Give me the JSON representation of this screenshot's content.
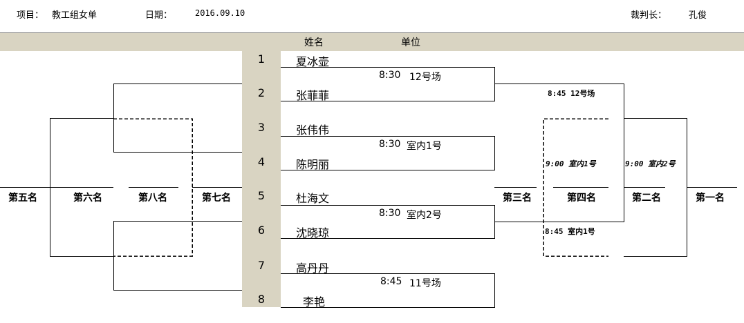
{
  "header": {
    "project_label": "项目：",
    "project_value": "教工组女单",
    "date_label": "日期：",
    "date_value": "2016.09.10",
    "referee_label": "裁判长：",
    "referee_value": "孔俊"
  },
  "columns": {
    "name": "姓名",
    "unit": "单位"
  },
  "players": [
    {
      "seed": "1",
      "name": "夏冰壶"
    },
    {
      "seed": "2",
      "name": "张菲菲"
    },
    {
      "seed": "3",
      "name": "张伟伟"
    },
    {
      "seed": "4",
      "name": "陈明丽"
    },
    {
      "seed": "5",
      "name": "杜海文"
    },
    {
      "seed": "6",
      "name": "沈晓琼"
    },
    {
      "seed": "7",
      "name": "高丹丹"
    },
    {
      "seed": "8",
      "name": "李艳"
    }
  ],
  "first_round": [
    {
      "time": "8:30",
      "venue": "12号场"
    },
    {
      "time": "8:30",
      "venue": "室内1号"
    },
    {
      "time": "8:30",
      "venue": "室内2号"
    },
    {
      "time": "8:45",
      "venue": "11号场"
    }
  ],
  "right_rounds": {
    "semi_top": "8:45 12号场",
    "semi_bottom": "8:45 室内1号",
    "third_match": "9:00 室内1号",
    "final_match": "9:00 室内2号"
  },
  "places": {
    "fifth": "第五名",
    "sixth": "第六名",
    "eighth": "第八名",
    "seventh": "第七名",
    "third": "第三名",
    "fourth": "第四名",
    "second": "第二名",
    "first": "第一名"
  }
}
